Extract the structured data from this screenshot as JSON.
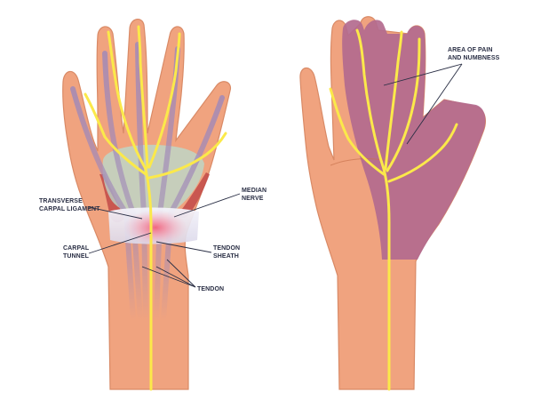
{
  "labels": {
    "transverse_carpal_ligament": [
      "TRANSVERSE",
      "CARPAL LIGAMENT"
    ],
    "median_nerve": [
      "MEDIAN",
      "NERVE"
    ],
    "carpal_tunnel": [
      "CARPAL",
      "TUNNEL"
    ],
    "tendon_sheath": [
      "TENDON",
      "SHEATH"
    ],
    "tendon": "TENDON",
    "area_of_pain": [
      "AREA OF PAIN",
      "AND NUMBNESS"
    ]
  },
  "colors": {
    "skin": "#f0a37f",
    "skin_outline": "#d98a66",
    "crease": "#c9734f",
    "nerve": "#fbe94a",
    "tendon": "#a189b8",
    "ligament": "#e9e8f2",
    "tunnel_glow": "#f0607a",
    "bursa": "#b8dccf",
    "muscle": "#c24a48",
    "numb_area": "#b36a8e",
    "leader": "#2a2f45"
  }
}
